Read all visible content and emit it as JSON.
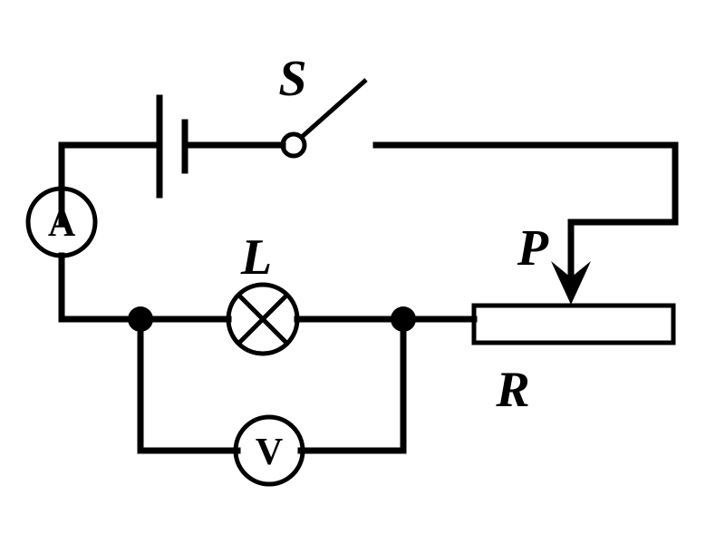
{
  "labels": {
    "switch": "S",
    "lamp": "L",
    "slider": "P",
    "rheostat": "R",
    "ammeter": "A",
    "voltmeter": "V"
  }
}
